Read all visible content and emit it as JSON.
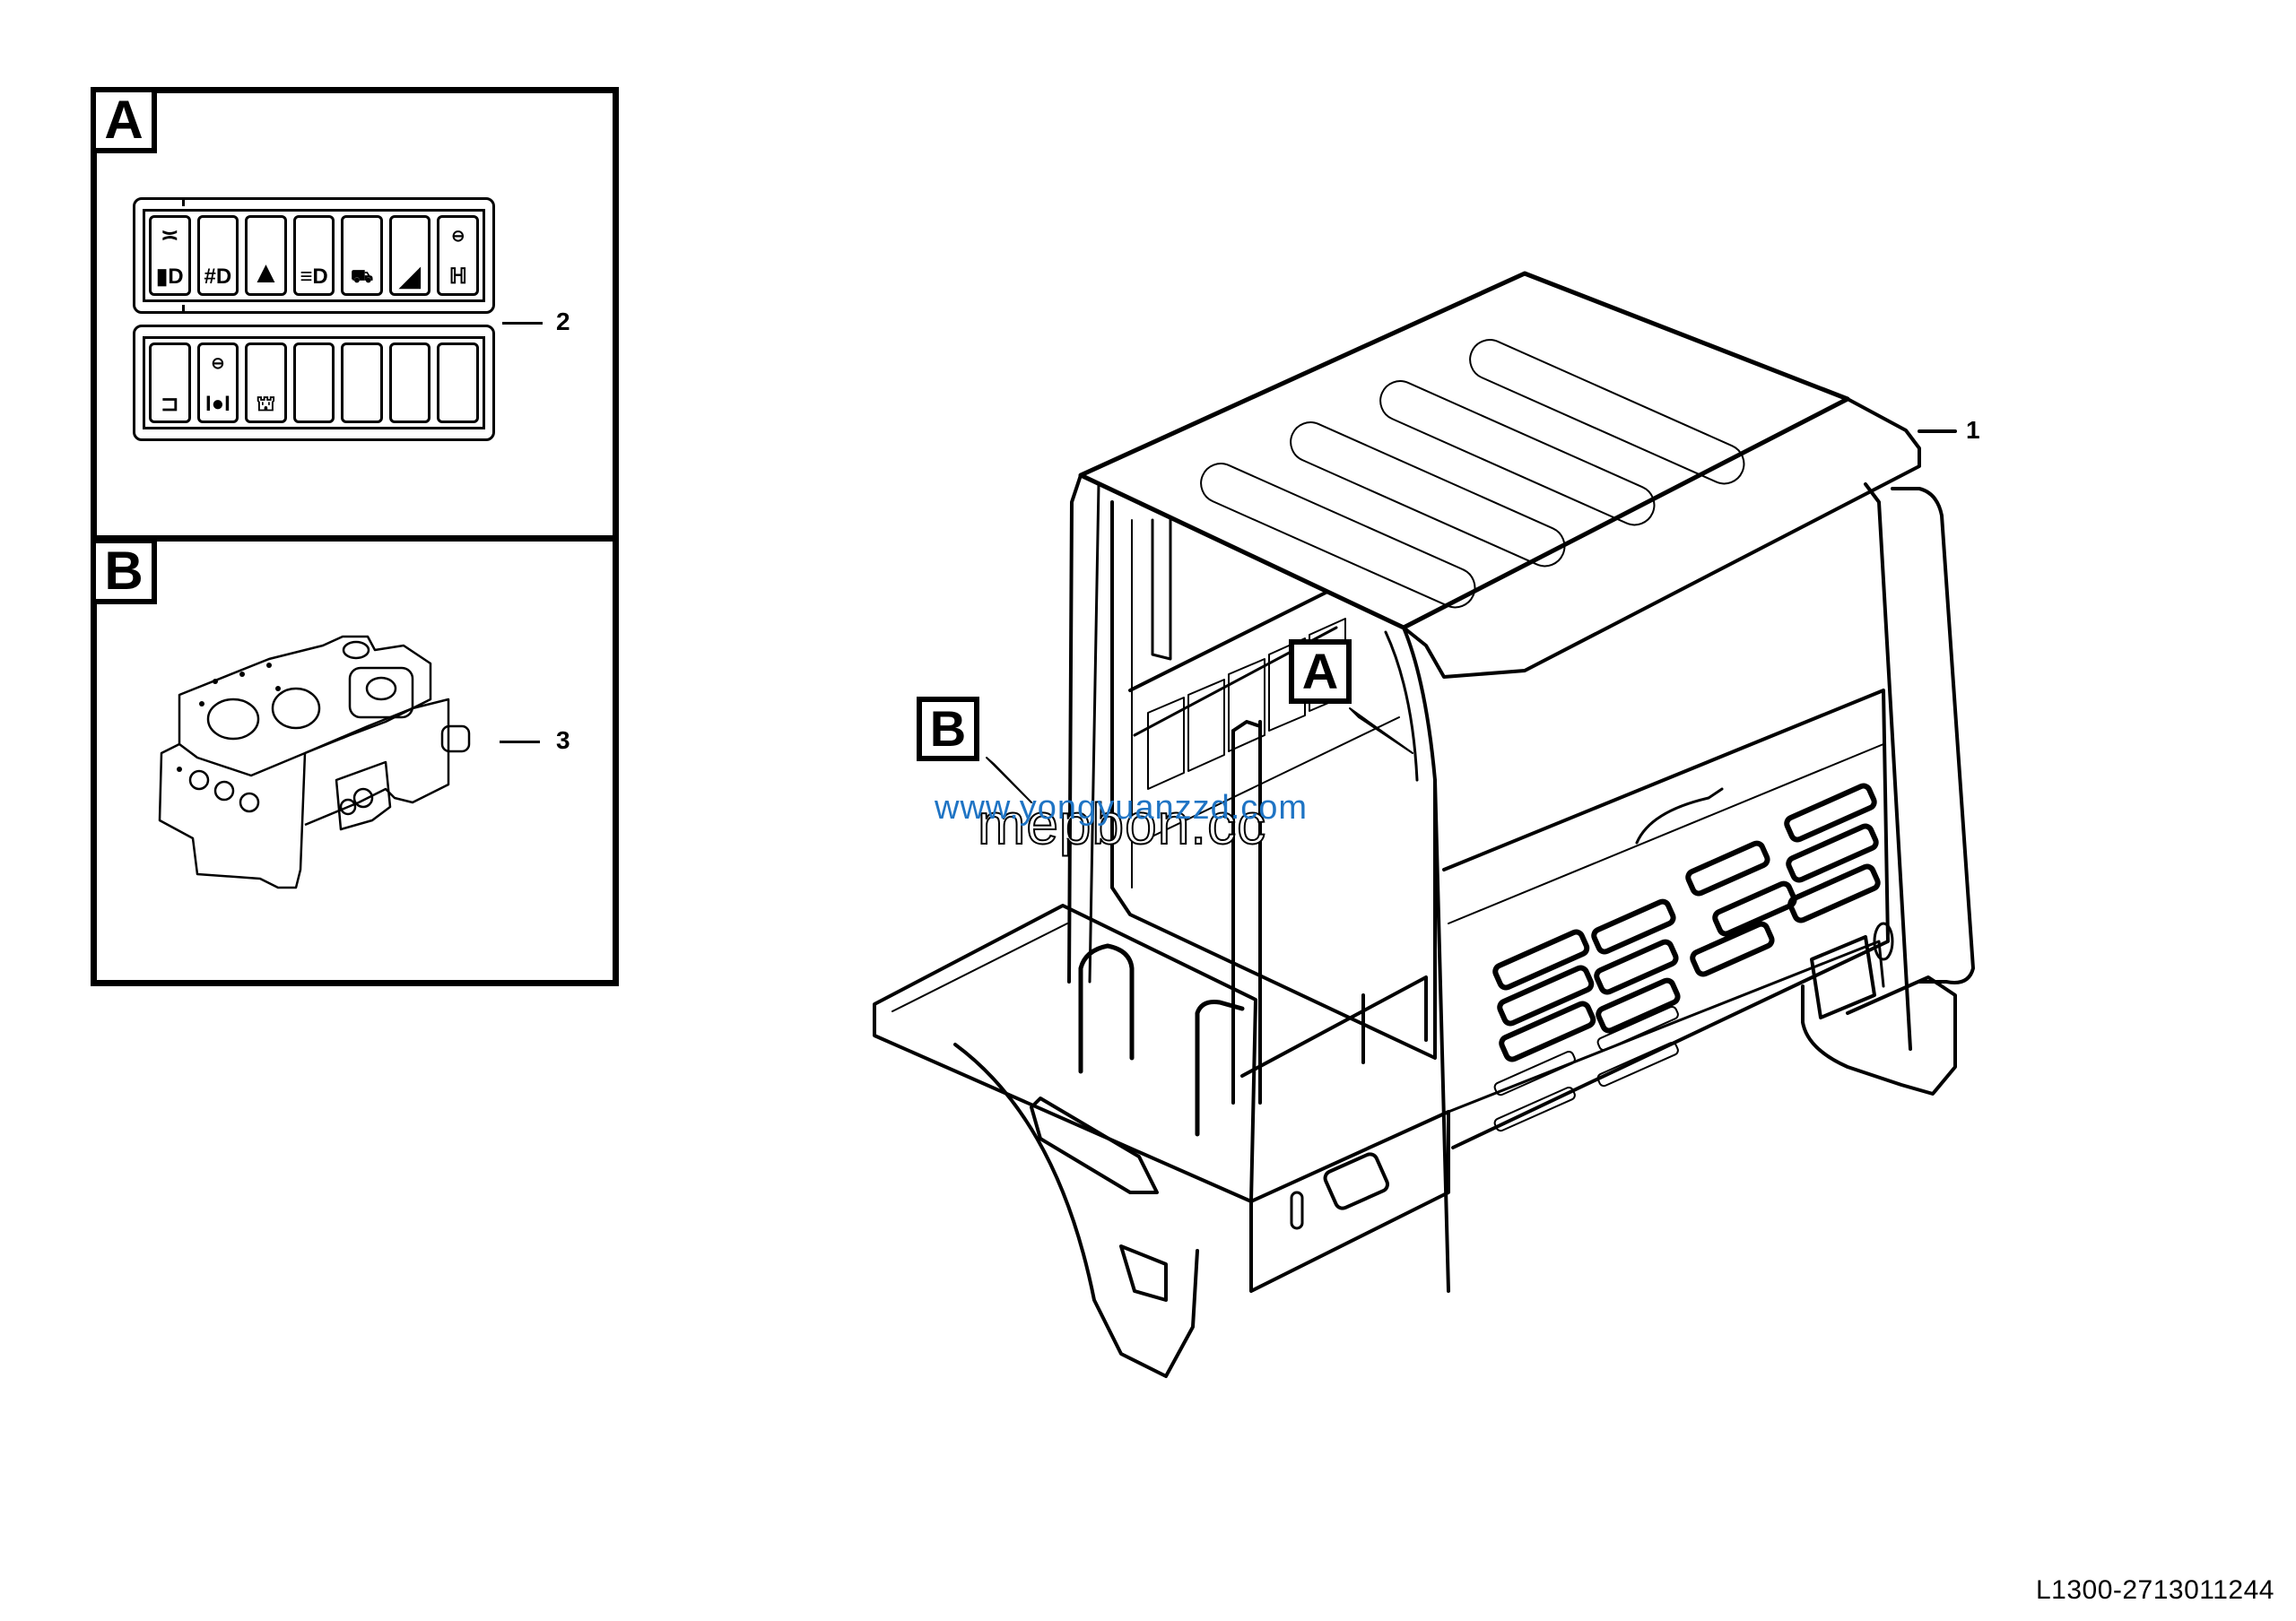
{
  "document": {
    "type": "parts-catalog-illustration",
    "part_number": "L1300-2713011244"
  },
  "detail_panels": [
    {
      "label": "A",
      "callout": "2",
      "description": "Rocker switch panel (2 banks of 7)",
      "switch_banks": [
        {
          "switches": [
            {
              "top": "work-light-beams",
              "bottom": "headlight-high-beam"
            },
            {
              "top": "",
              "bottom": "fog-light"
            },
            {
              "top": "",
              "bottom": "hazard-warning-triangle"
            },
            {
              "top": "",
              "bottom": "low-beam-headlight"
            },
            {
              "top": "",
              "bottom": "vehicle-tractor"
            },
            {
              "top": "",
              "bottom": "beacon-rotating-light"
            },
            {
              "top": "lock-indicator",
              "bottom": "axle-differential-lock"
            }
          ]
        },
        {
          "switches": [
            {
              "top": "",
              "bottom": "horn"
            },
            {
              "top": "lock-indicator",
              "bottom": "axle-lock"
            },
            {
              "top": "",
              "bottom": "machine-cab"
            },
            {
              "top": "",
              "bottom": ""
            },
            {
              "top": "",
              "bottom": ""
            },
            {
              "top": "",
              "bottom": ""
            },
            {
              "top": "",
              "bottom": ""
            }
          ]
        }
      ]
    },
    {
      "label": "B",
      "callout": "3",
      "description": "Hydraulic control valve block"
    }
  ],
  "main_view": {
    "description": "Operator cab / ROPS assembly with roof, platform and guard rails",
    "callout": "1",
    "detail_refs": [
      "A",
      "B"
    ]
  },
  "watermarks": {
    "blue": "www.yongyuanzzd.com",
    "outline": "mepbon.cc"
  },
  "colors": {
    "line": "#000000",
    "background": "#ffffff",
    "watermark_blue": "#1f74c4"
  }
}
